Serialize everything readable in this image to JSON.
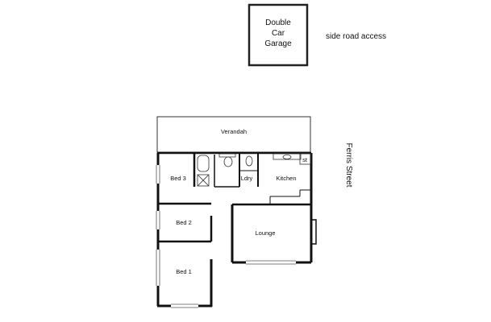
{
  "garage": {
    "line1": "Double",
    "line2": "Car",
    "line3": "Garage"
  },
  "garage_note": "side road access",
  "street": "Ferris Street",
  "rooms": {
    "verandah": "Verandah",
    "bed3": "Bed 3",
    "ldry": "Ldry",
    "kitchen": "Kitchen",
    "st": "st",
    "bed2": "Bed 2",
    "lounge": "Lounge",
    "bed1": "Bed 1"
  }
}
